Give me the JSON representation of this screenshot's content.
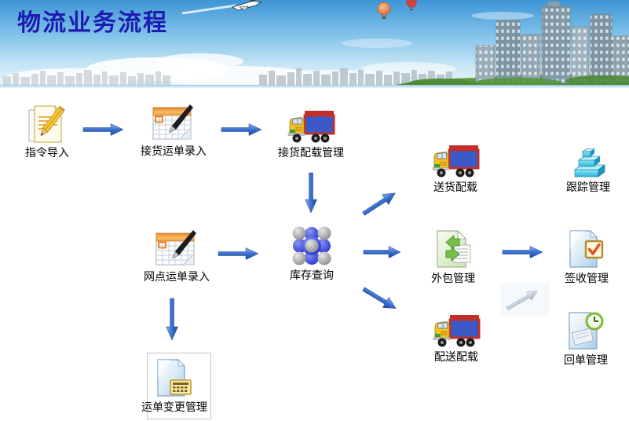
{
  "header": {
    "title": "物流业务流程"
  },
  "nodes": [
    {
      "id": "instruction-import",
      "label": "指令导入",
      "icon": "document-pencil-icon"
    },
    {
      "id": "pickup-waybill-entry",
      "label": "接货运单录入",
      "icon": "calendar-pen-icon"
    },
    {
      "id": "pickup-load-management",
      "label": "接货配载管理",
      "icon": "truck-icon"
    },
    {
      "id": "branch-waybill-entry",
      "label": "网点运单录入",
      "icon": "calendar-pen-icon"
    },
    {
      "id": "inventory-query",
      "label": "库存查询",
      "icon": "spheres-cluster-icon"
    },
    {
      "id": "delivery-load",
      "label": "送货配载",
      "icon": "truck-icon"
    },
    {
      "id": "tracking-management",
      "label": "跟踪管理",
      "icon": "stacked-boxes-icon"
    },
    {
      "id": "outsourcing-management",
      "label": "外包管理",
      "icon": "document-export-icon"
    },
    {
      "id": "sign-receipt-management",
      "label": "签收管理",
      "icon": "document-check-icon"
    },
    {
      "id": "distribution-load",
      "label": "配送配载",
      "icon": "truck-icon"
    },
    {
      "id": "receipt-management",
      "label": "回单管理",
      "icon": "document-clock-icon"
    },
    {
      "id": "waybill-change-management",
      "label": "运单变更管理",
      "icon": "document-calculator-icon"
    }
  ],
  "colors": {
    "title_text": "#1c1cb0",
    "arrow_blue": "#2a62c0",
    "header_bottom_line": "#9ecbe8",
    "label_text": "#000000"
  }
}
